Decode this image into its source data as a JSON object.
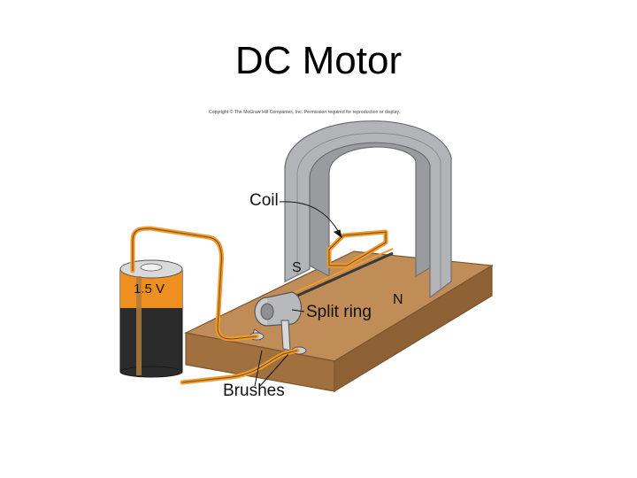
{
  "slide": {
    "title": "DC Motor"
  },
  "figure": {
    "copyright": "Copyright © The McGraw Hill Companies, Inc. Permission required for reproduction or display.",
    "labels": {
      "coil": "Coil",
      "split_ring": "Split ring",
      "brushes": "Brushes",
      "south_pole": "S",
      "north_pole": "N",
      "battery_voltage": "1.5 V"
    },
    "colors": {
      "base": "#b9834f",
      "magnet": "#a9aaad",
      "wire": "#ef9b2c",
      "battery_body": "#2b2b2b",
      "battery_band": "#ef8f1f"
    }
  }
}
